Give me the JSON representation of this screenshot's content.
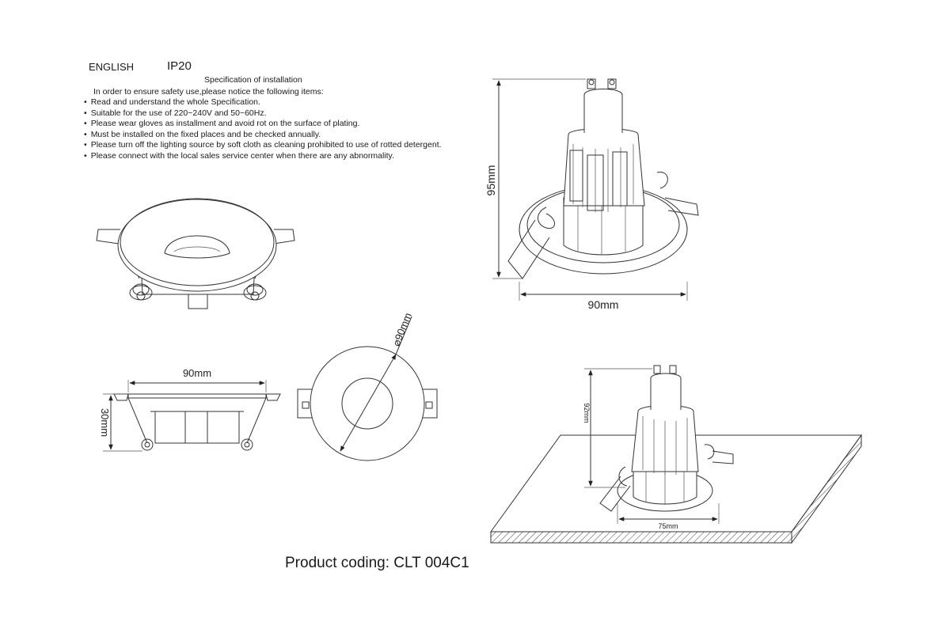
{
  "header": {
    "language": "ENGLISH",
    "ip_rating": "IP20",
    "spec_title": "Specification of installation",
    "intro": "In order to ensure safety use,please notice the following items:"
  },
  "notes": [
    "Read and understand the whole Specification.",
    "Suitable for the use of 220~240V and 50~60Hz.",
    "Please wear gloves as installment and avoid rot on the surface of plating.",
    "Must be installed on the fixed places and be checked annually.",
    "Please turn off the lighting source by soft cloth as cleaning prohibited to use of rotted detergent.",
    "Please connect with the local sales service center when there are any abnormality."
  ],
  "dimensions": {
    "height_with_lamp": "95mm",
    "outer_diameter": "90mm",
    "side_width": "90mm",
    "side_height": "30mm",
    "top_diameter": "⌀90mm",
    "installed_height": "92mm",
    "cutout": "75mm"
  },
  "product": {
    "coding": "Product coding: CLT 004C1"
  }
}
